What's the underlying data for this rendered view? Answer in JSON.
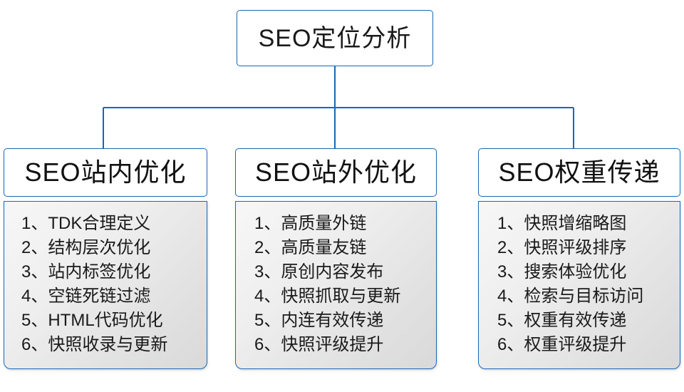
{
  "diagram": {
    "type": "organizational-tree",
    "accent_color": "#1668b8",
    "text_color": "#1a1a1a",
    "panel_fill_top": "#f7f7f7",
    "panel_fill_bottom": "#d9d9d9",
    "root": {
      "label": "SEO定位分析"
    },
    "branches": [
      {
        "id": "on-site",
        "title": "SEO站内优化",
        "items": [
          "1、TDK合理定义",
          "2、结构层次优化",
          "3、站内标签优化",
          "4、空链死链过滤",
          "5、HTML代码优化",
          "6、快照收录与更新"
        ]
      },
      {
        "id": "off-site",
        "title": "SEO站外优化",
        "items": [
          "1、高质量外链",
          "2、高质量友链",
          "3、原创内容发布",
          "4、快照抓取与更新",
          "5、内连有效传递",
          "6、快照评级提升"
        ]
      },
      {
        "id": "weight-transfer",
        "title": "SEO权重传递",
        "items": [
          "1、快照增缩略图",
          "2、快照评级排序",
          "3、搜索体验优化",
          "4、检索与目标访问",
          "5、权重有效传递",
          "6、权重评级提升"
        ]
      }
    ]
  }
}
